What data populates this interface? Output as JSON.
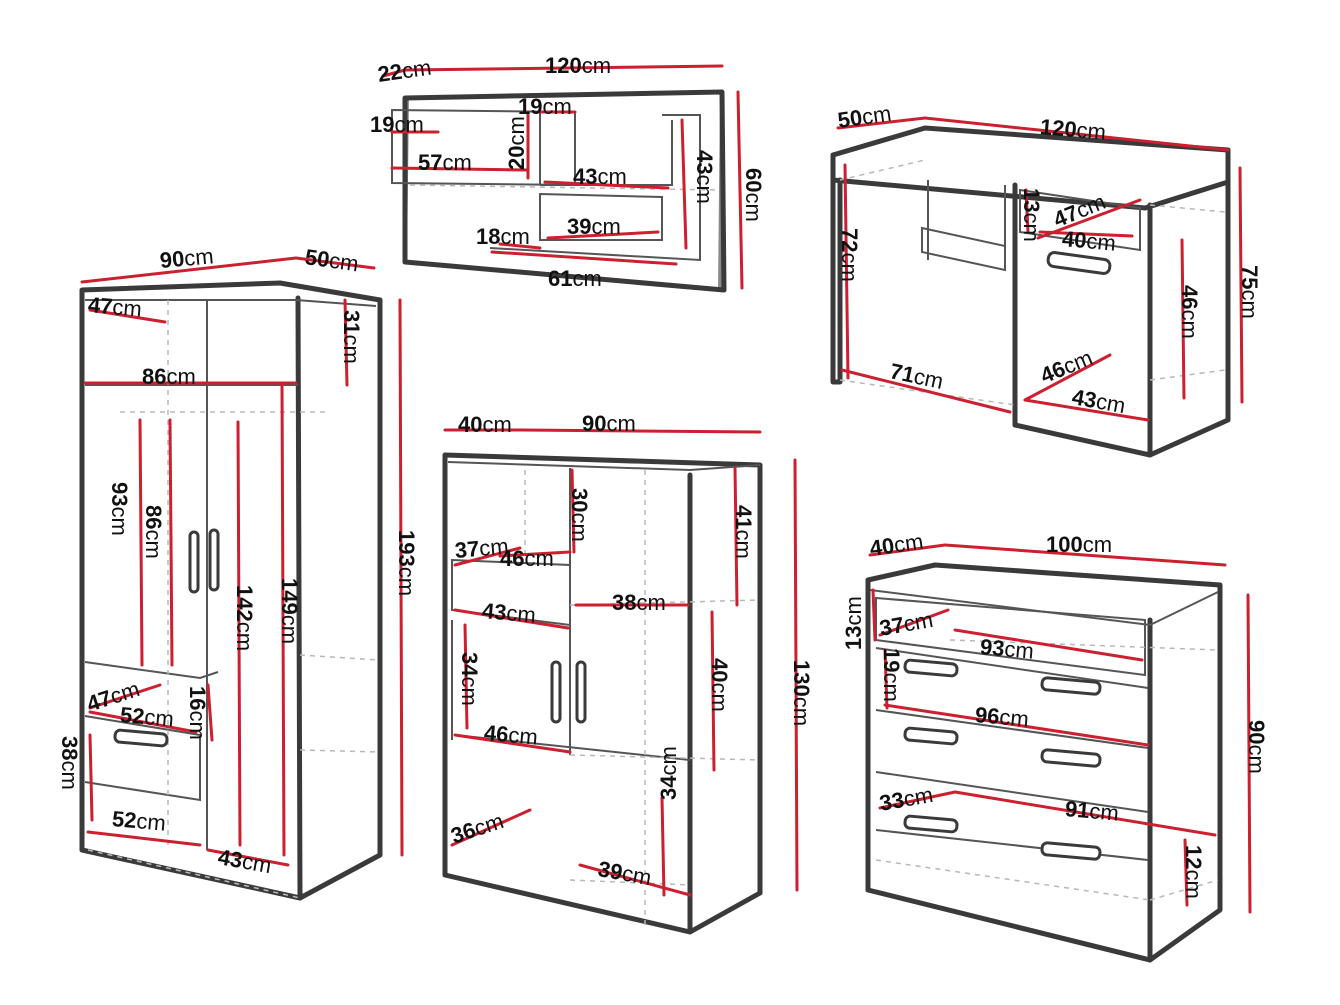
{
  "accent_color": "#cc1f2f",
  "dim_color": "#111111",
  "wall_shelf": {
    "depth": "22",
    "width": "120",
    "shelf_depth": "19",
    "box_height": "19",
    "box_inner_width": "57",
    "box_inner_height": "20",
    "mid_shelf": "43",
    "right_height": "43",
    "height": "60",
    "lower_box": "39",
    "lower_box_height": "18",
    "bottom_width": "61"
  },
  "desk": {
    "depth": "50",
    "width": "120",
    "drawer_height": "13",
    "drawer_depth": "47",
    "drawer_width": "40",
    "leg_height": "72",
    "height": "75",
    "cabinet_height": "46",
    "knee_width": "71",
    "cabinet_depth": "46",
    "cabinet_width": "43"
  },
  "wardrobe": {
    "width": "90",
    "depth": "50",
    "top_depth": "47",
    "top_height": "31",
    "inner_width": "86",
    "rail_height": "93",
    "inner_height": "86",
    "door_height": "142",
    "cabinet_height": "149",
    "height": "193",
    "shelf_depth": "47",
    "shelf_width": "52",
    "drawer_height": "16",
    "base_height": "38",
    "base_width": "52",
    "base_depth": "43"
  },
  "highboard": {
    "depth": "40",
    "width": "90",
    "top_height": "30",
    "right_top_height": "41",
    "niche_depth": "37",
    "niche_width": "46",
    "drawer_width": "43",
    "shelf_width": "38",
    "door_height": "34",
    "right_door_height": "40",
    "height": "130",
    "door_width": "46",
    "bottom_depth": "36",
    "bottom_width": "39",
    "bottom_height": "34"
  },
  "dresser": {
    "depth": "40",
    "width": "100",
    "top_drawer_height": "13",
    "top_drawer_depth": "37",
    "top_drawer_width": "93",
    "drawer_height": "19",
    "drawer_width": "96",
    "height": "90",
    "bottom_depth": "33",
    "bottom_width": "91",
    "bottom_height": "12"
  },
  "unit": "cm"
}
